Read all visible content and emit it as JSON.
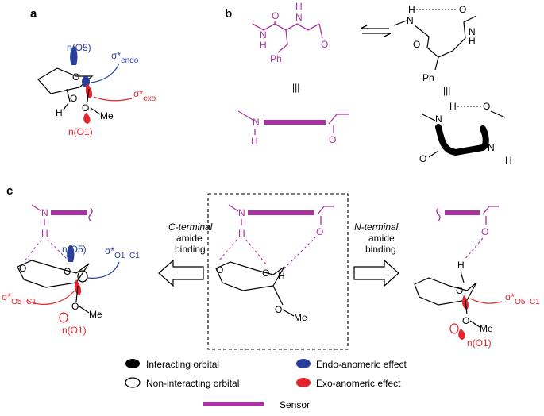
{
  "colors": {
    "sensor": "#a8329f",
    "endo": "#2a3f9c",
    "exo": "#e3262d",
    "interacting": "#000000"
  },
  "panels": {
    "a": "a",
    "b": "b",
    "c": "c"
  },
  "panel_a": {
    "n_o5": "n(O5)",
    "sigma_endo_main": "σ*",
    "sigma_endo_sub": "endo",
    "sigma_exo_main": "σ*",
    "sigma_exo_sub": "exo",
    "h": "H",
    "o": "O",
    "me": "Me",
    "n_o1": "n(O1)"
  },
  "panel_b": {
    "o": "O",
    "n": "N",
    "h": "H",
    "ph": "Ph",
    "hbond_h": "H",
    "identity": "|||"
  },
  "panel_c": {
    "left_arrow_label": [
      "C-terminal",
      "amide",
      "binding"
    ],
    "right_arrow_label": [
      "N-terminal",
      "amide",
      "binding"
    ],
    "n": "N",
    "h": "H",
    "o": "O",
    "me": "Me",
    "n_o5": "n(O5)",
    "n_o1": "n(O1)",
    "sigma_o1c1_main": "σ*",
    "sigma_o1c1_sub": "O1–C1",
    "sigma_o5c1_main": "σ*",
    "sigma_o5c1_sub": "O5–C1"
  },
  "legend": {
    "interacting": "Interacting orbital",
    "non_interacting": "Non-interacting orbital",
    "endo": "Endo-anomeric effect",
    "exo": "Exo-anomeric effect",
    "sensor": "Sensor"
  }
}
